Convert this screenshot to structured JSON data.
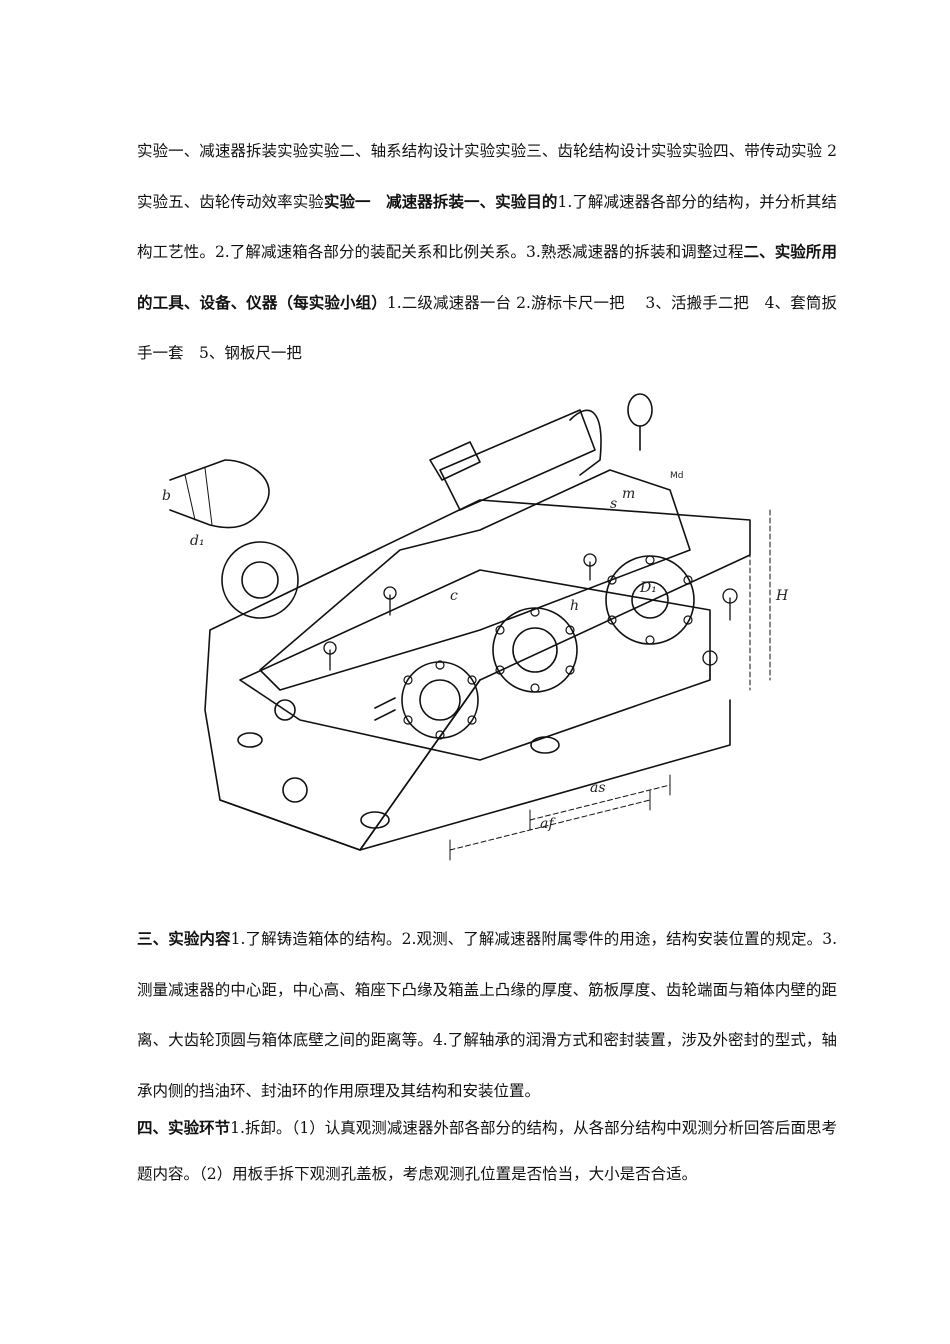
{
  "intro": {
    "lead": "实验一、减速器拆装实验实验二、轴系结构设计实验实验三、齿轮结构设计实验实验四、带传动实验 2实验五、齿轮传动效率实验",
    "h1": "实验一　减速器拆装",
    "h2": "一、实验目的",
    "aims": "1.了解减速器各部分的结构，并分析其结构工艺性。2.了解减速箱各部分的装配关系和比例关系。3.熟悉减速器的拆装和调整过程",
    "h3": "二、实验所用的工具、设备、仪器（每实验小组）",
    "tools": "1.二级减速器一台 2.游标卡尺一把　 3、活搬手二把　4、套筒扳手一套　5、钢板尺一把"
  },
  "figure": {
    "labels": {
      "as": "as",
      "af": "af",
      "H": "H",
      "m": "m",
      "D1": "D₁",
      "Md": "Md",
      "s": "s",
      "c": "c",
      "h": "h",
      "b": "b",
      "d1": "d₁"
    }
  },
  "section3": {
    "heading": "三、实验内容",
    "body": "1.了解铸造箱体的结构。2.观测、了解减速器附属零件的用途，结构安装位置的规定。3.测量减速器的中心距，中心高、箱座下凸缘及箱盖上凸缘的厚度、筋板厚度、齿轮端面与箱体内壁的距离、大齿轮顶圆与箱体底壁之间的距离等。4.了解轴承的润滑方式和密封装置，涉及外密封的型式，轴承内侧的挡油环、封油环的作用原理及其结构和安装位置。"
  },
  "section4": {
    "heading": "四、实验环节",
    "body": "1.拆卸。（1）认真观测减速器外部各部分的结构，从各部分结构中观测分析回答后面思考题内容。（2）用板手拆下观测孔盖板，考虑观测孔位置是否恰当，大小是否合适。"
  }
}
